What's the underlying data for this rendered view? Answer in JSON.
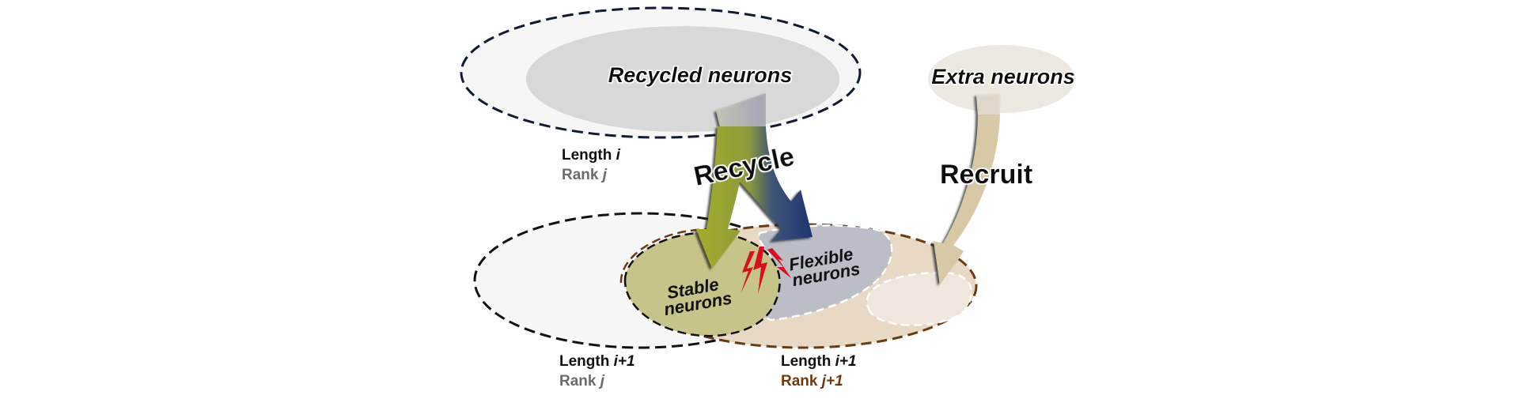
{
  "colors": {
    "stable": "#c7c48a",
    "flexible": "#bcbec7",
    "rank_next": "#6b3a10",
    "rank_gray": "#6b6b6b",
    "bolt": "#d6101e",
    "recycle_green": "#a3ad2a",
    "recycle_blue": "#1d3572",
    "recruit_tan": "#d7c9a6"
  },
  "nodes": {
    "recycled_pool": "Recycled neurons",
    "extra_pool": "Extra neurons",
    "stable": {
      "line1": "Stable",
      "line2": "neurons"
    },
    "flexible": {
      "line1": "Flexible",
      "line2": "neurons"
    }
  },
  "arrows": {
    "recycle": "Recycle",
    "recruit": "Recruit"
  },
  "captions": {
    "top": {
      "length": "Length ",
      "length_var": "i",
      "rank": "Rank ",
      "rank_var": "j"
    },
    "bottom_left": {
      "length": "Length ",
      "length_var": "i+1",
      "rank": "Rank ",
      "rank_var": "j"
    },
    "bottom_right": {
      "length": "Length ",
      "length_var": "i+1",
      "rank": "Rank ",
      "rank_var": "j+1"
    }
  }
}
